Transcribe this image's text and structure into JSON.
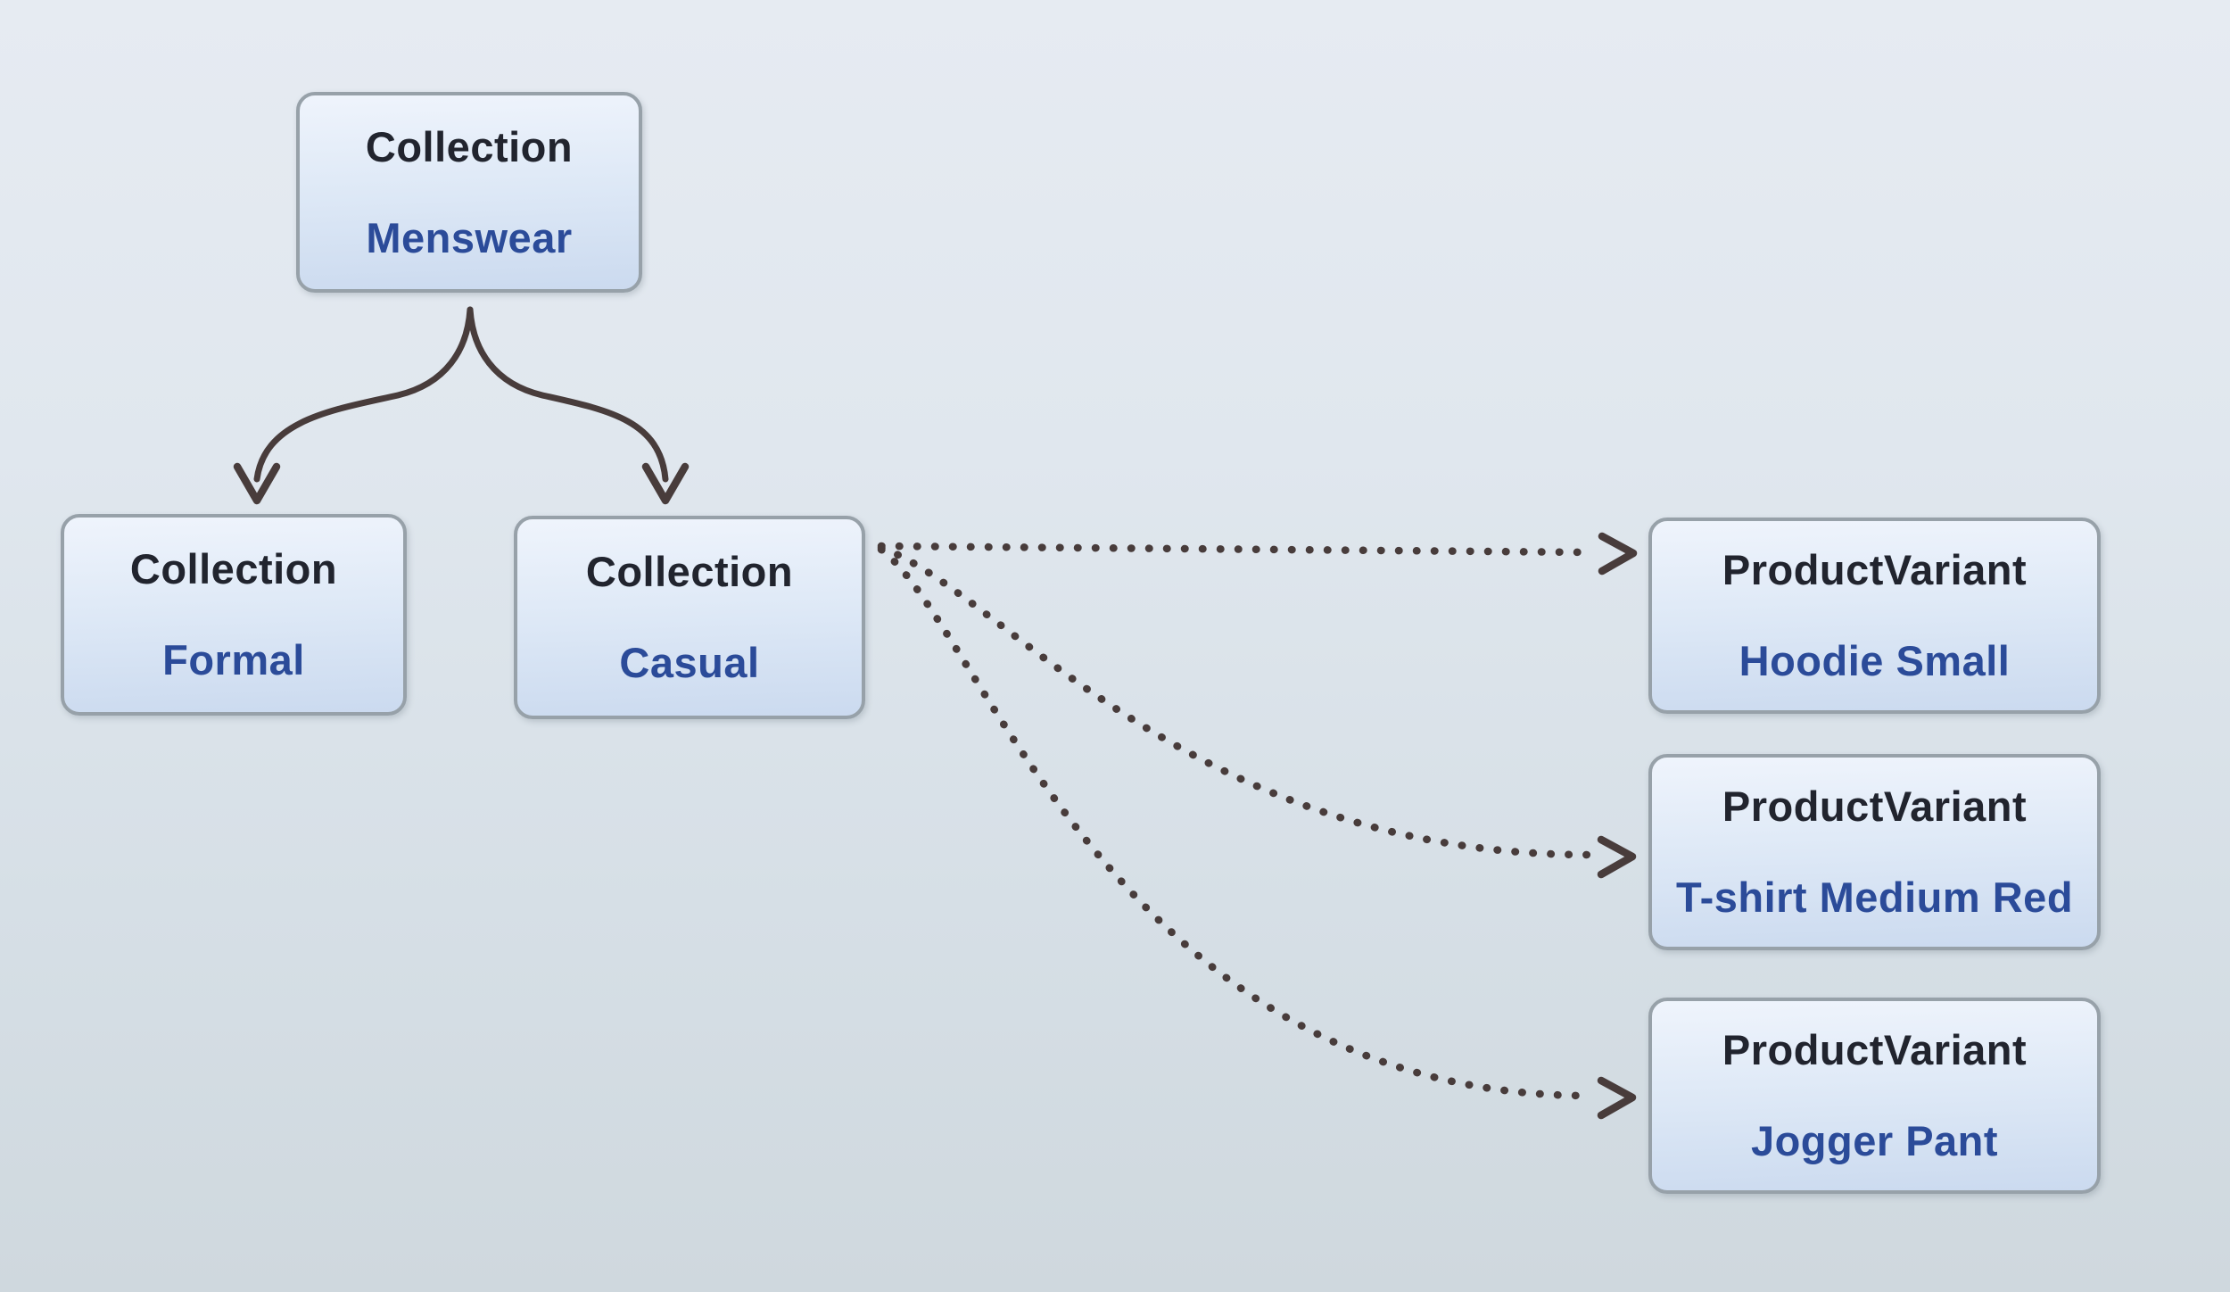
{
  "diagram": {
    "kind": "entity-flowchart",
    "nodes": [
      {
        "id": "menswear",
        "type": "Collection",
        "name": "Menswear"
      },
      {
        "id": "formal",
        "type": "Collection",
        "name": "Formal"
      },
      {
        "id": "casual",
        "type": "Collection",
        "name": "Casual"
      },
      {
        "id": "hoodie",
        "type": "ProductVariant",
        "name": "Hoodie Small"
      },
      {
        "id": "tshirt",
        "type": "ProductVariant",
        "name": "T-shirt Medium Red"
      },
      {
        "id": "jogger",
        "type": "ProductVariant",
        "name": "Jogger Pant"
      }
    ],
    "edges": [
      {
        "from": "Menswear",
        "to": "Formal",
        "style": "solid-curved-arrow"
      },
      {
        "from": "Menswear",
        "to": "Casual",
        "style": "solid-curved-arrow"
      },
      {
        "from": "Casual",
        "to": "Hoodie Small",
        "style": "dotted-curved-arrow"
      },
      {
        "from": "Casual",
        "to": "T-shirt Medium Red",
        "style": "dotted-curved-arrow"
      },
      {
        "from": "Casual",
        "to": "Jogger Pant",
        "style": "dotted-curved-arrow"
      }
    ],
    "colors": {
      "background_top": "#e6ebf2",
      "background_bottom": "#cfd8de",
      "node_fill_top": "#eff4fc",
      "node_fill_bottom": "#cbdaef",
      "node_border": "#97a1a9",
      "node_type_text": "#21242e",
      "node_name_text": "#2b4b99",
      "edge": "#483c3b"
    }
  }
}
